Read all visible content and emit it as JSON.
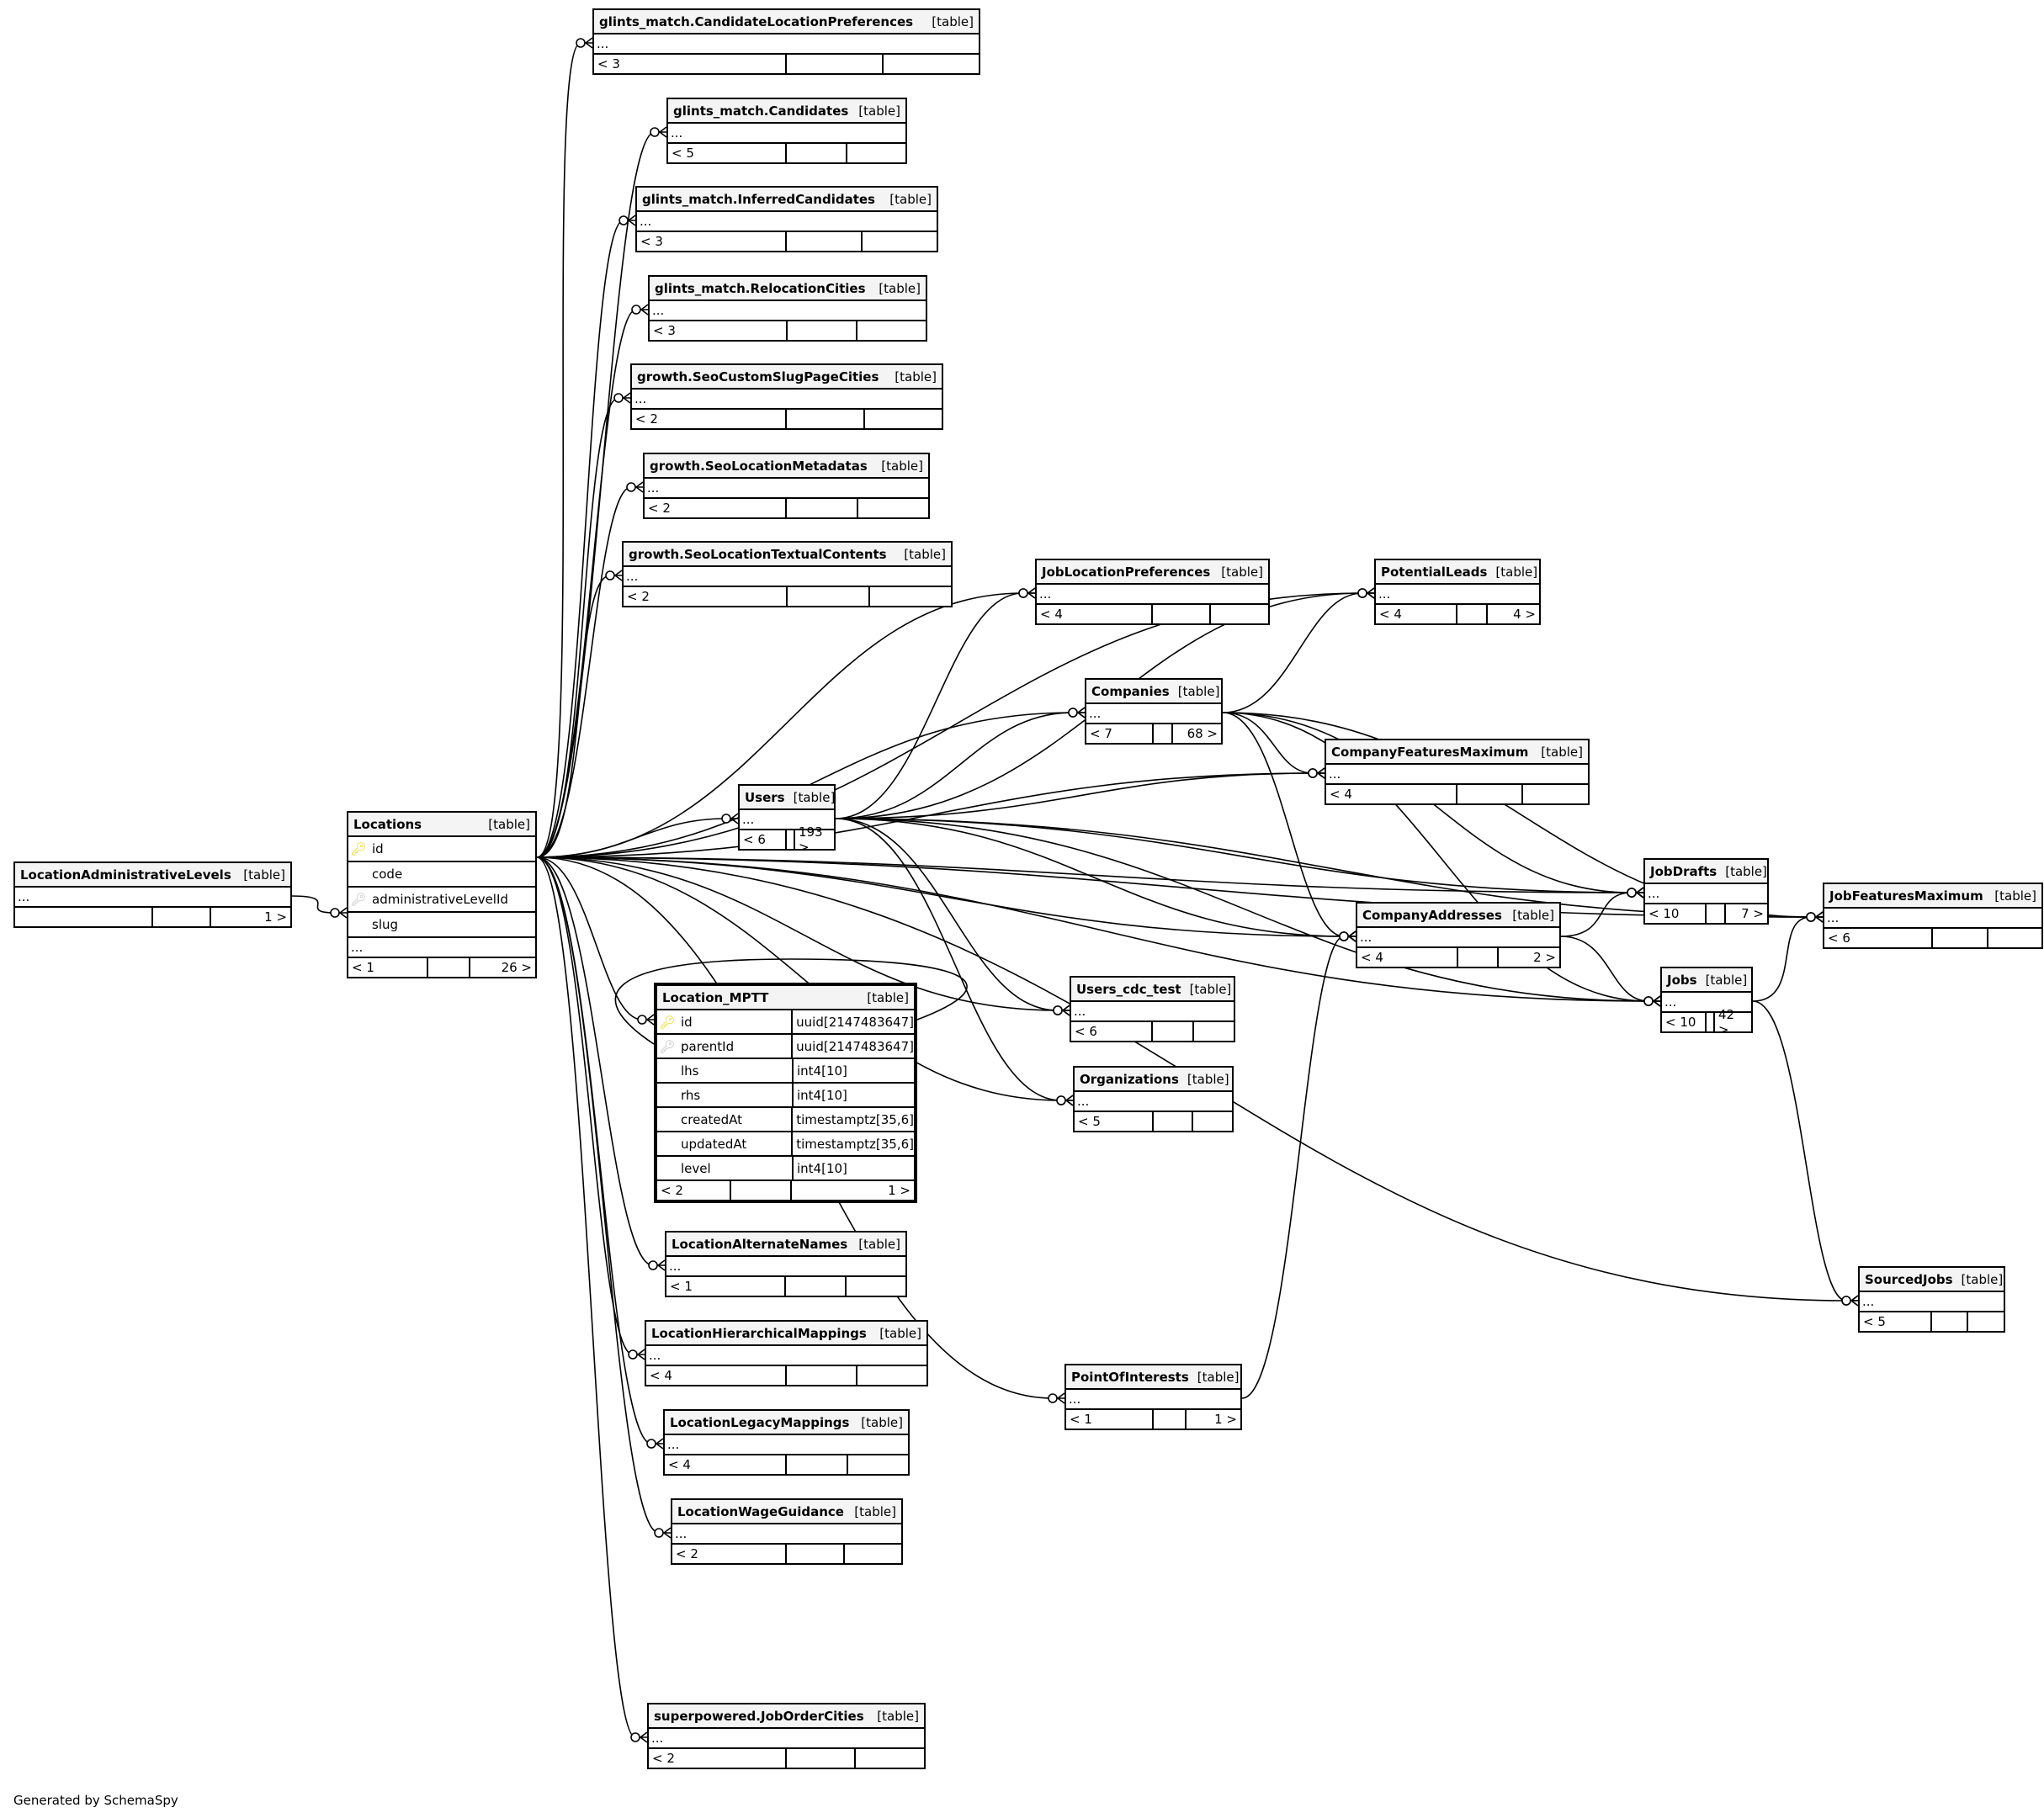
{
  "diagram": {
    "generator_note": "Generated by SchemaSpy",
    "kind_label": "[table]",
    "ellipsis": "...",
    "tables": {
      "clp": {
        "name": "glints_match.CandidateLocationPreferences",
        "footer": [
          "< 3",
          "",
          ""
        ]
      },
      "cand": {
        "name": "glints_match.Candidates",
        "footer": [
          "< 5",
          "",
          ""
        ]
      },
      "inf": {
        "name": "glints_match.InferredCandidates",
        "footer": [
          "< 3",
          "",
          ""
        ]
      },
      "reloc": {
        "name": "glints_match.RelocationCities",
        "footer": [
          "< 3",
          "",
          ""
        ]
      },
      "slug": {
        "name": "growth.SeoCustomSlugPageCities",
        "footer": [
          "< 2",
          "",
          ""
        ]
      },
      "meta": {
        "name": "growth.SeoLocationMetadatas",
        "footer": [
          "< 2",
          "",
          ""
        ]
      },
      "text": {
        "name": "growth.SeoLocationTextualContents",
        "footer": [
          "< 2",
          "",
          ""
        ]
      },
      "jlp": {
        "name": "JobLocationPreferences",
        "footer": [
          "< 4",
          "",
          ""
        ]
      },
      "leads": {
        "name": "PotentialLeads",
        "footer": [
          "< 4",
          "",
          "4 >"
        ]
      },
      "comp": {
        "name": "Companies",
        "footer": [
          "< 7",
          "",
          "68 >"
        ]
      },
      "cfm": {
        "name": "CompanyFeaturesMaximum",
        "footer": [
          "< 4",
          "",
          ""
        ]
      },
      "users": {
        "name": "Users",
        "footer": [
          "< 6",
          "",
          "193 >"
        ]
      },
      "drafts": {
        "name": "JobDrafts",
        "footer": [
          "< 10",
          "",
          "7 >"
        ]
      },
      "jfm": {
        "name": "JobFeaturesMaximum",
        "footer": [
          "< 6",
          "",
          ""
        ]
      },
      "addr": {
        "name": "CompanyAddresses",
        "footer": [
          "< 4",
          "",
          "2 >"
        ]
      },
      "jobs": {
        "name": "Jobs",
        "footer": [
          "< 10",
          "",
          "42 >"
        ]
      },
      "cdc": {
        "name": "Users_cdc_test",
        "footer": [
          "< 6",
          "",
          ""
        ]
      },
      "orgs": {
        "name": "Organizations",
        "footer": [
          "< 5",
          "",
          ""
        ]
      },
      "poi": {
        "name": "PointOfInterests",
        "footer": [
          "< 1",
          "",
          "1 >"
        ]
      },
      "sourced": {
        "name": "SourcedJobs",
        "footer": [
          "< 5",
          "",
          ""
        ]
      },
      "alt": {
        "name": "LocationAlternateNames",
        "footer": [
          "< 1",
          "",
          ""
        ]
      },
      "hier": {
        "name": "LocationHierarchicalMappings",
        "footer": [
          "< 4",
          "",
          ""
        ]
      },
      "legacy": {
        "name": "LocationLegacyMappings",
        "footer": [
          "< 4",
          "",
          ""
        ]
      },
      "wage": {
        "name": "LocationWageGuidance",
        "footer": [
          "< 2",
          "",
          ""
        ]
      },
      "joc": {
        "name": "superpowered.JobOrderCities",
        "footer": [
          "< 2",
          "",
          ""
        ]
      },
      "adm": {
        "name": "LocationAdministrativeLevels",
        "footer": [
          "",
          "",
          "1 >"
        ]
      },
      "loc": {
        "name": "Locations",
        "columns": [
          {
            "name": "id",
            "key": "pk"
          },
          {
            "name": "code",
            "key": ""
          },
          {
            "name": "administrativeLevelId",
            "key": "fk"
          },
          {
            "name": "slug",
            "key": ""
          }
        ],
        "footer": [
          "< 1",
          "",
          "26 >"
        ]
      },
      "mptt": {
        "name": "Location_MPTT",
        "columns": [
          {
            "name": "id",
            "type": "uuid[2147483647]",
            "key": "pk"
          },
          {
            "name": "parentId",
            "type": "uuid[2147483647]",
            "key": "fk"
          },
          {
            "name": "lhs",
            "type": "int4[10]",
            "key": ""
          },
          {
            "name": "rhs",
            "type": "int4[10]",
            "key": ""
          },
          {
            "name": "createdAt",
            "type": "timestamptz[35,6]",
            "key": ""
          },
          {
            "name": "updatedAt",
            "type": "timestamptz[35,6]",
            "key": ""
          },
          {
            "name": "level",
            "type": "int4[10]",
            "key": ""
          }
        ],
        "footer": [
          "< 2",
          "",
          "1 >"
        ]
      }
    },
    "icons": {
      "primary_key": "key-icon",
      "foreign_key": "key-icon"
    }
  }
}
